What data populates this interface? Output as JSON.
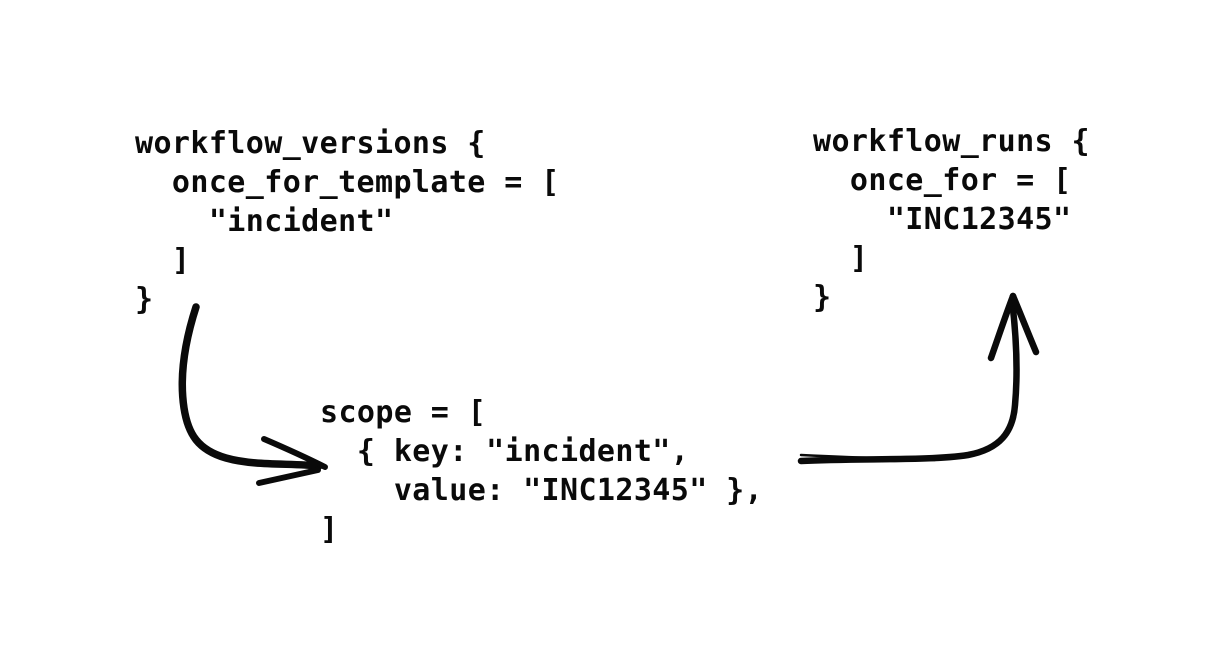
{
  "page": {
    "background": "#ffffff",
    "ink": "#0a0a0a"
  },
  "blocks": {
    "workflow_versions": {
      "lines": [
        "workflow_versions {",
        "  once_for_template = [",
        "    \"incident\"",
        "  ]",
        "}"
      ]
    },
    "scope": {
      "lines": [
        "scope = [",
        "  { key: \"incident\",",
        "    value: \"INC12345\" },",
        "]"
      ]
    },
    "workflow_runs": {
      "lines": [
        "workflow_runs {",
        "  once_for = [",
        "    \"INC12345\"",
        "  ]",
        "}"
      ]
    }
  },
  "arrows": [
    {
      "name": "arrow-versions-to-scope"
    },
    {
      "name": "arrow-scope-to-runs"
    }
  ]
}
